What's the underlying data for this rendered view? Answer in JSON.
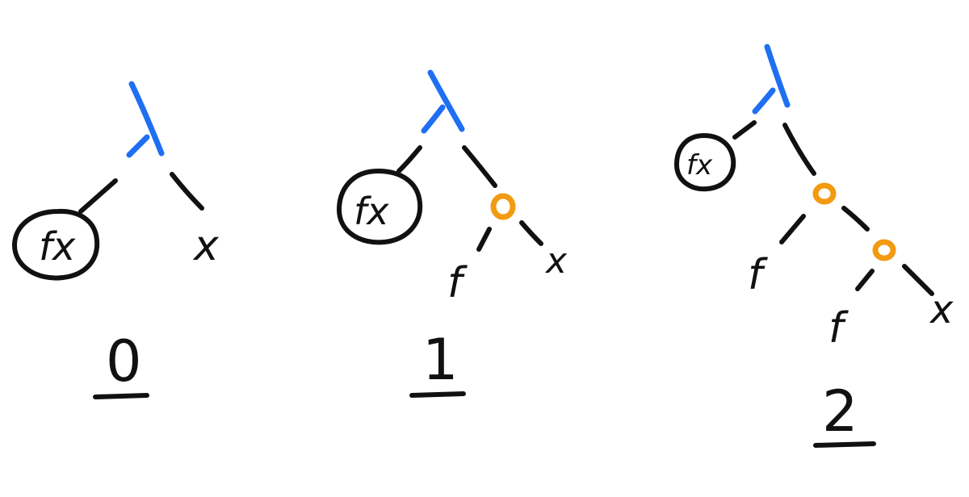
{
  "colors": {
    "ink": "#111111",
    "lambda": "#1e6ff2",
    "compose": "#f29a11"
  },
  "diagrams": [
    {
      "label": "0",
      "bound_variable": "fx",
      "body": [
        "x"
      ]
    },
    {
      "label": "1",
      "bound_variable": "fx",
      "body": [
        "f",
        "x"
      ]
    },
    {
      "label": "2",
      "bound_variable": "fx",
      "body": [
        "f",
        "f",
        "x"
      ]
    }
  ]
}
